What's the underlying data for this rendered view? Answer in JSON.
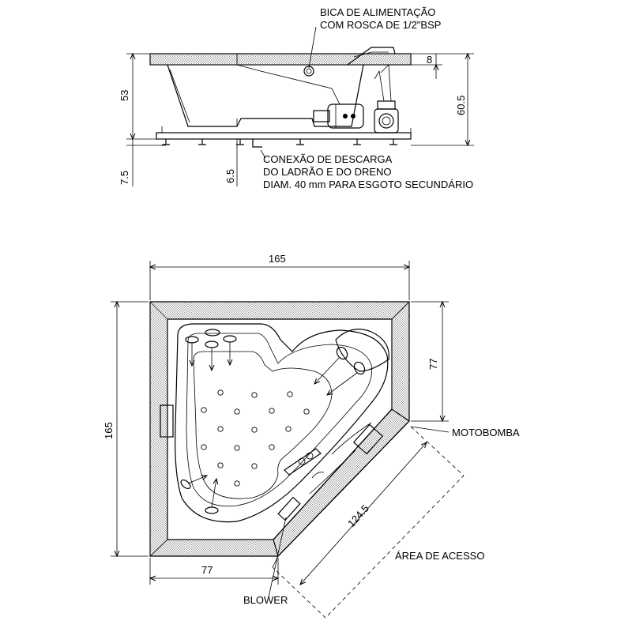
{
  "labels": {
    "spout_line1": "BICA DE ALIMENTAÇÃO",
    "spout_line2": "COM ROSCA DE 1/2\"BSP",
    "drain_line1": "CONEXÃO DE DESCARGA",
    "drain_line2": "DO LADRÃO E DO DRENO",
    "drain_line3": "DIAM. 40 mm PARA ESGOTO SECUNDÁRIO",
    "motor_pump": "MOTOBOMBA",
    "access_area": "ÁREA DE ACESSO",
    "blower": "BLOWER"
  },
  "dimensions": {
    "rim_thickness": "8",
    "total_height": "60.5",
    "tub_depth": "53",
    "leg_height": "7.5",
    "drain_height": "6.5",
    "width_top": "165",
    "height_left": "165",
    "corner_side": "77",
    "bottom_side": "77",
    "diagonal_front": "124.5"
  },
  "colors": {
    "line": "#000000",
    "background": "#ffffff"
  }
}
